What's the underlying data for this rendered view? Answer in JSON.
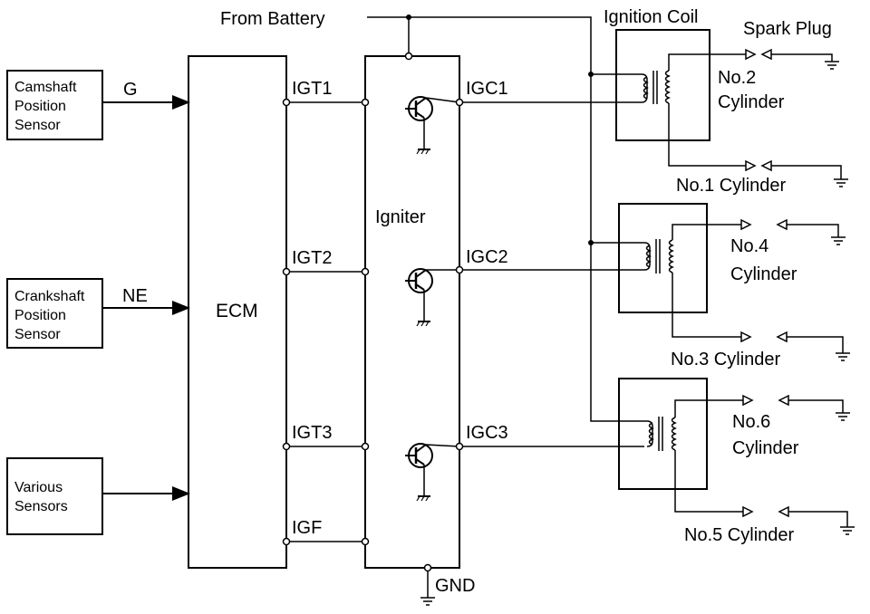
{
  "sensors": {
    "camshaft": [
      "Camshaft",
      "Position",
      "Sensor"
    ],
    "crankshaft": [
      "Crankshaft",
      "Position",
      "Sensor"
    ],
    "various": [
      "Various",
      "Sensors"
    ]
  },
  "signals": {
    "g": "G",
    "ne": "NE"
  },
  "ecm": {
    "label": "ECM",
    "igt1": "IGT1",
    "igt2": "IGT2",
    "igt3": "IGT3",
    "igf": "IGF"
  },
  "igniter": {
    "label": "Igniter",
    "igc1": "IGC1",
    "igc2": "IGC2",
    "igc3": "IGC3",
    "gnd": "GND"
  },
  "battery": "From Battery",
  "ignition_coil": "Ignition Coil",
  "spark_plug": "Spark Plug",
  "cylinders": {
    "no2": [
      "No.2",
      "Cylinder"
    ],
    "no1": "No.1 Cylinder",
    "no4": [
      "No.4",
      "Cylinder"
    ],
    "no3": "No.3 Cylinder",
    "no6": [
      "No.6",
      "Cylinder"
    ],
    "no5": "No.5 Cylinder"
  }
}
